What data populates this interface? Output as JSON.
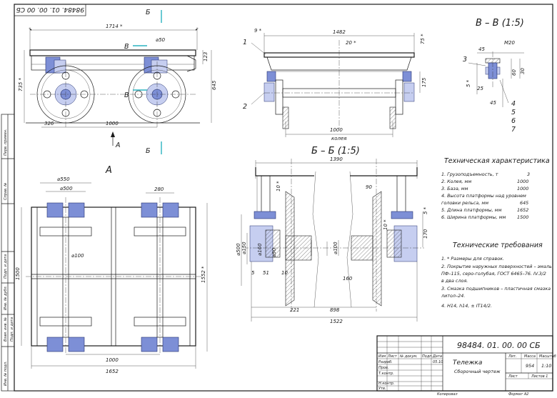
{
  "drawing": {
    "code_main": "98484. 01. 00. 00 СБ",
    "code_rotated": "98484. 01. 00. 00 СБ",
    "title_line1": "Тележка",
    "title_line2": "Сборочный чертеж",
    "mass": "954",
    "scale": "1:10",
    "sheet": "Лист",
    "sheets": "Листов 1",
    "format": "Формат А2",
    "copied": "Копировал",
    "col_lit": "Лит.",
    "col_mass": "Масса",
    "col_scale": "Масштаб",
    "row_labels": [
      "Изм",
      "Лист",
      "№ докум.",
      "Подп.",
      "Дата",
      "Разраб.",
      "Пров.",
      "Т.контр.",
      "Н.контр.",
      "Утв."
    ],
    "date_val": "05.10"
  },
  "side_labels": [
    "Перв. примен.",
    "Справ. №",
    "Подп. и дата",
    "Инв. № дубл.",
    "Взам. инв. №",
    "Подп. и дата",
    "Инв. № подл."
  ],
  "sections": {
    "view_a": "A",
    "section_bb": "Б – Б (1:5)",
    "section_vv": "В – В (1:5)",
    "arrow_a": "A",
    "cut_b_top": "Б",
    "cut_b_bottom": "Б",
    "cut_v_top": "В",
    "cut_v_bottom": "В"
  },
  "dims": {
    "d1714": "1714 *",
    "d735": "735 *",
    "d645": "645",
    "d123": "123",
    "d50": "⌀50",
    "d326": "326",
    "d1000a": "1000",
    "d1482": "1482",
    "d9": "9 *",
    "d20": "20 *",
    "d75": "75 *",
    "d175": "175",
    "d1000b": "1000",
    "koleya": "колея",
    "m20": "M20",
    "d45": "45",
    "d60": "60",
    "d30": "30",
    "d25": "25",
    "d5": "5 *",
    "d45b": "45",
    "d1390": "1390",
    "d10": "10 *",
    "d90": "90",
    "d5b": "5 *",
    "d10b": "10 *",
    "d170": "170",
    "d500": "⌀500",
    "d150": "⌀150",
    "d160": "⌀160",
    "d90b": "⌀90",
    "d100": "⌀100",
    "d5c": "5",
    "d51": "51",
    "d10c": "10",
    "d160b": "160",
    "d221": "221",
    "d898": "898",
    "d1522": "1522",
    "d550": "⌀550",
    "d500b": "⌀500",
    "d280": "280",
    "d100b": "⌀100",
    "d1500": "1500",
    "d1552": "1552 *",
    "d1000c": "1000",
    "d1652": "1652"
  },
  "callouts": {
    "c1": "1",
    "c2": "2",
    "c3": "3",
    "c4": "4",
    "c5": "5",
    "c6": "6",
    "c7": "7"
  },
  "specs": {
    "title": "Техническая характеристика",
    "items": [
      {
        "label": "1. Грузоподъемность, т",
        "value": "3"
      },
      {
        "label": "2. Колея, мм",
        "value": "1000"
      },
      {
        "label": "3. База, мм",
        "value": "1000"
      },
      {
        "label": "4. Высота платформы над уровнем",
        "value": ""
      },
      {
        "label": "    головки рельса, мм",
        "value": "645"
      },
      {
        "label": "5. Длина платформы, мм",
        "value": "1652"
      },
      {
        "label": "6. Ширина платформы, мм",
        "value": "1500"
      }
    ]
  },
  "requirements": {
    "title": "Технические требования",
    "items": [
      "1. * Размеры для справок.",
      "2. Покрытие наружных поверхностей – эмаль",
      "    ПФ–115, серо-голубая, ГОСТ 6465–76. IV.3/2",
      "    в два слоя.",
      "3. Смазка подшипников – пластичная смазка",
      "    литол–24.",
      "4. H14, h14, ± IT14/2."
    ]
  }
}
